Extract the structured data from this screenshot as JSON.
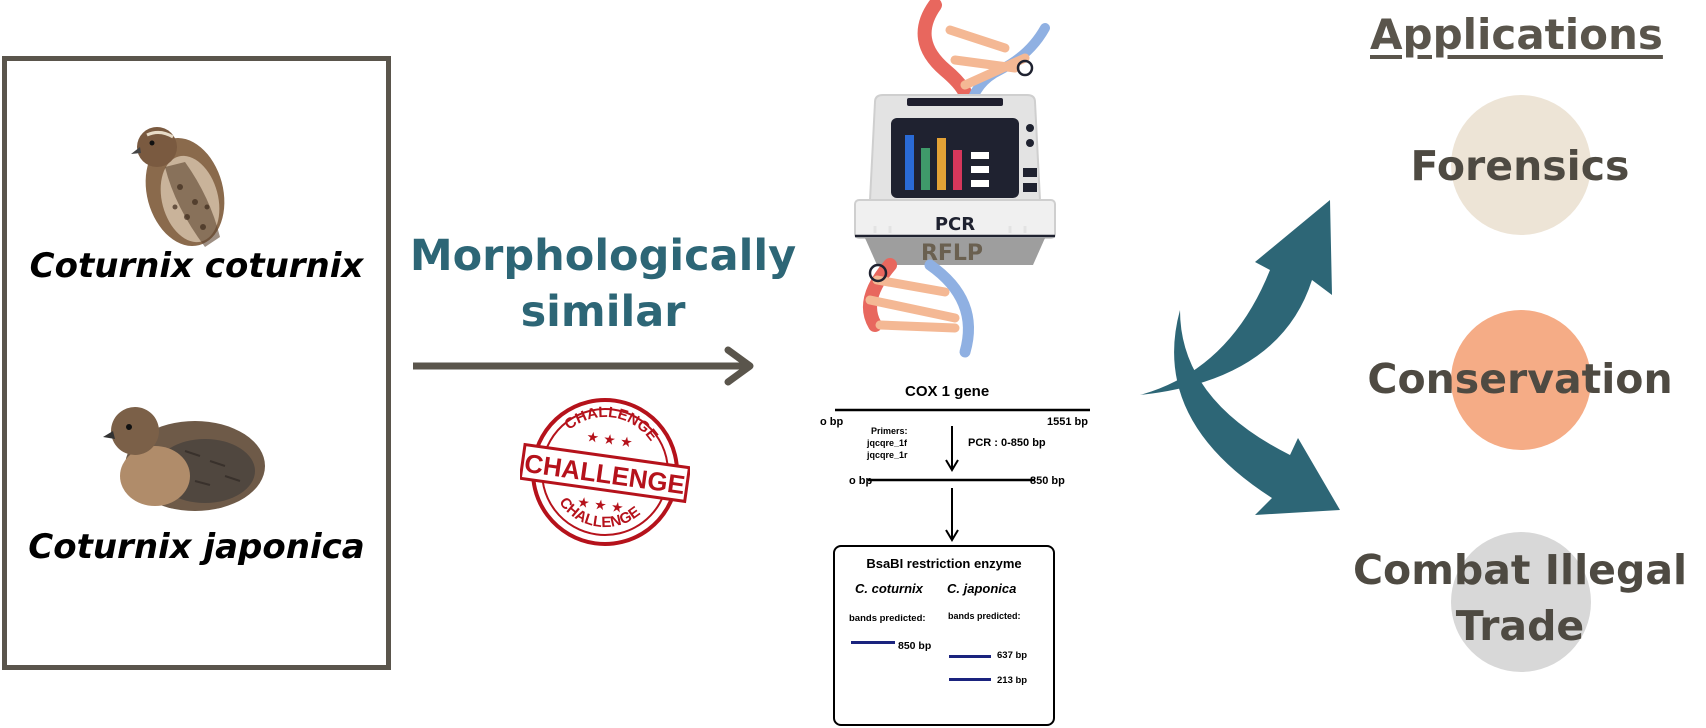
{
  "species": {
    "first": "Coturnix coturnix",
    "second": "Coturnix japonica"
  },
  "middle": {
    "line1": "Morphologically",
    "line2": "similar",
    "stamp_word": "CHALLENGE"
  },
  "machine": {
    "label_pcr": "PCR",
    "label_rflp": "RFLP"
  },
  "cox": {
    "title": "COX 1 gene",
    "start": "o bp",
    "end": "1551 bp",
    "primers_label": "Primers:",
    "primer_f": "jqcqre_1f",
    "primer_r": "jqcqre_1r",
    "pcr_range": "PCR : 0-850 bp",
    "amp_start": "o bp",
    "amp_end": "850 bp"
  },
  "gel": {
    "title": "BsaBI restriction enzyme",
    "col1_species": "C. coturnix",
    "col2_species": "C. japonica",
    "col1_bands_label": "bands predicted:",
    "col2_bands_label": "bands predicted:",
    "col1_bands": [
      "850 bp"
    ],
    "col2_bands": [
      "637 bp",
      "213 bp"
    ]
  },
  "applications": {
    "title": "Applications",
    "items": [
      {
        "line1": "Forensics",
        "line2": "",
        "color": "#ede4d6"
      },
      {
        "line1": "Conservation",
        "line2": "",
        "color": "#f5ac86"
      },
      {
        "line1": "Combat Illegal",
        "line2": "Trade",
        "color": "#d8d8d8"
      }
    ]
  },
  "colors": {
    "frame": "#5a554c",
    "teal": "#2d6676",
    "stamp": "#b5121b"
  }
}
